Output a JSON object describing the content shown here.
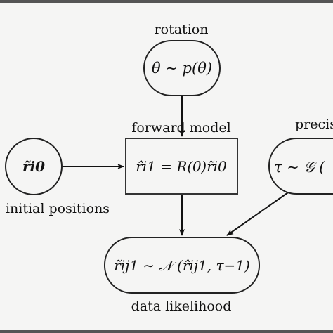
{
  "diagram": {
    "nodes": {
      "rotation": {
        "label": "rotation",
        "expr": "θ ∼ p(θ)"
      },
      "initial": {
        "label": "initial positions",
        "expr": "r̃i0"
      },
      "forward": {
        "label": "forward model",
        "expr": "r̂i1 = R(θ)r̃i0"
      },
      "precision": {
        "label": "precis",
        "expr": "τ ∼ 𝒢 ("
      },
      "likelihood": {
        "label": "data likelihood",
        "expr": "r̃ij1 ∼ 𝒩 (r̂ij1, τ−1)"
      }
    },
    "edges": [
      {
        "from": "rotation",
        "to": "forward"
      },
      {
        "from": "initial",
        "to": "forward"
      },
      {
        "from": "forward",
        "to": "likelihood"
      },
      {
        "from": "precision",
        "to": "likelihood"
      }
    ]
  }
}
